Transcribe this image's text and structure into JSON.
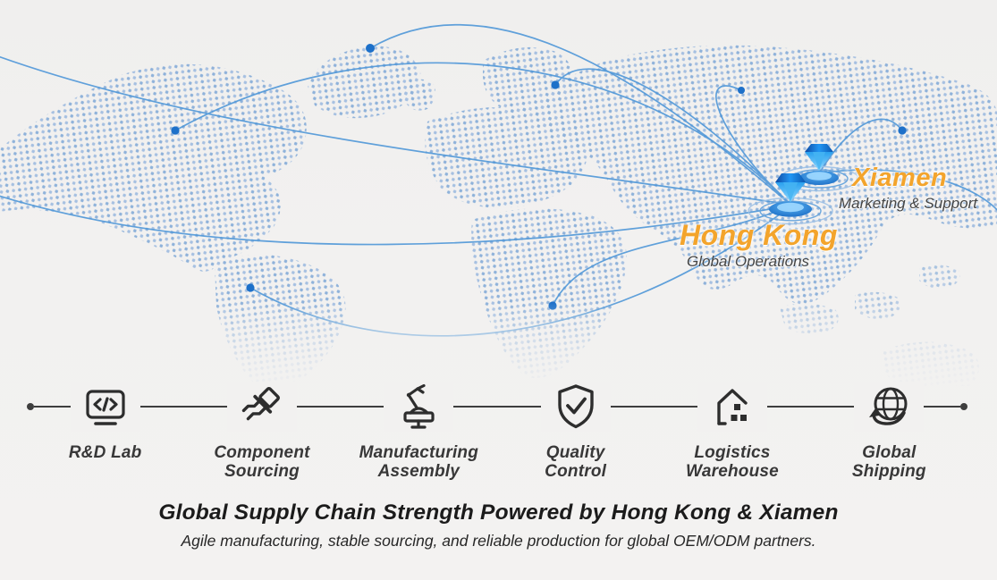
{
  "map": {
    "locations": [
      {
        "name": "Xiamen",
        "subtitle": "Marketing & Support"
      },
      {
        "name": "Hong Kong",
        "subtitle": "Global Operations"
      }
    ]
  },
  "pipeline": {
    "steps": [
      {
        "icon": "code-monitor-icon",
        "line1": "R&D Lab",
        "line2": ""
      },
      {
        "icon": "component-icon",
        "line1": "Component",
        "line2": "Sourcing"
      },
      {
        "icon": "robot-arm-icon",
        "line1": "Manufacturing",
        "line2": "Assembly"
      },
      {
        "icon": "shield-check-icon",
        "line1": "Quality",
        "line2": "Control"
      },
      {
        "icon": "warehouse-icon",
        "line1": "Logistics",
        "line2": "Warehouse"
      },
      {
        "icon": "globe-arrow-icon",
        "line1": "Global",
        "line2": "Shipping"
      }
    ]
  },
  "footer": {
    "title": "Global Supply Chain Strength Powered by Hong Kong & Xiamen",
    "subtitle": "Agile manufacturing, stable sourcing, and reliable production for global OEM/ODM partners."
  },
  "colors": {
    "accent_orange": "#f3a42c",
    "map_dot": "#a3bee0",
    "arc_blue": "#4f97d8",
    "node_blue": "#1d70c9",
    "icon_dark": "#2d2d2d",
    "background": "#f2f1f0"
  }
}
